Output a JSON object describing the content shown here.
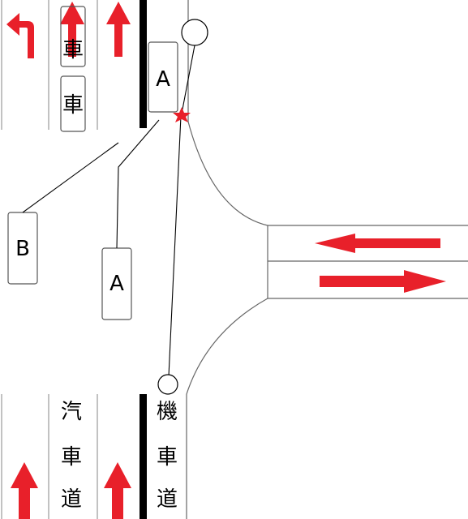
{
  "labels": {
    "car_a_top": "A",
    "car_a_bottom": "A",
    "car_b": "B",
    "top_car_1": "車",
    "top_car_2": "車",
    "bottom_label": [
      "汽",
      "車",
      "道"
    ],
    "bottom_scooter_label": [
      "機",
      "車",
      "道"
    ]
  },
  "colors": {
    "arrow": "#e8202a",
    "collision": "#e8202a",
    "line": "#000000",
    "road_edge": "#999999"
  },
  "icons": {
    "collision": "collision-star-icon",
    "lane_arrows": [
      "left-turn-arrow-icon",
      "straight-arrow-icon",
      "straight-arrow-icon",
      "straight-arrow-icon",
      "straight-arrow-icon",
      "left-arrow-icon",
      "right-arrow-icon"
    ]
  }
}
